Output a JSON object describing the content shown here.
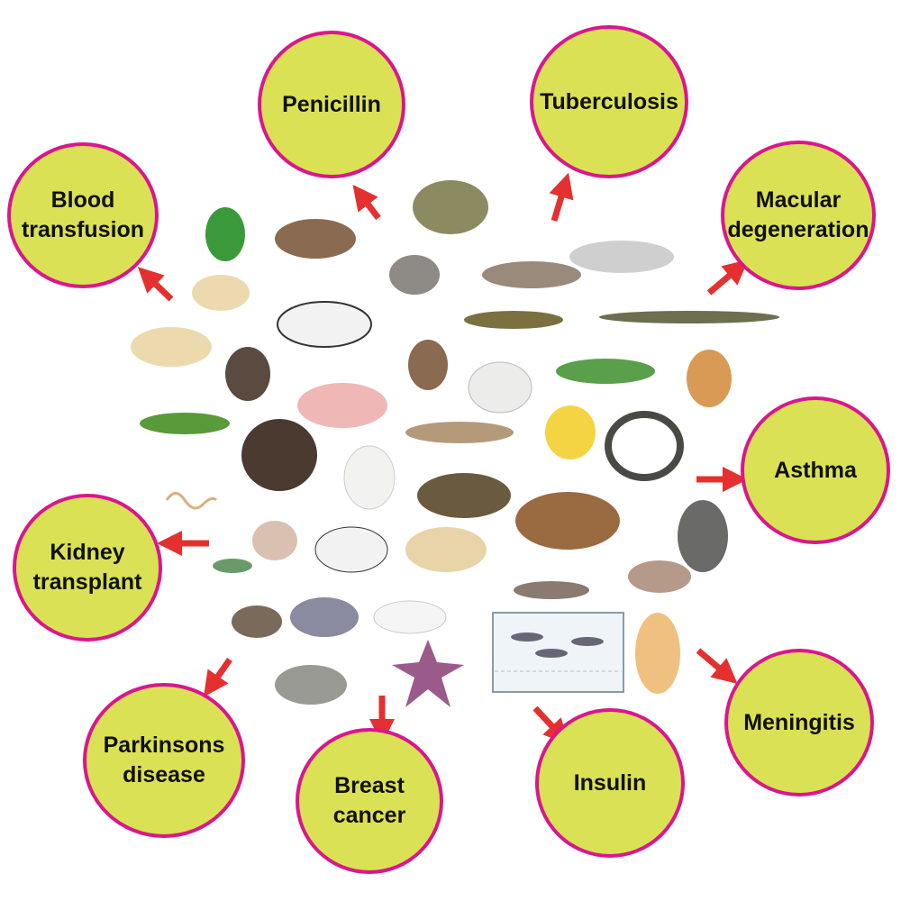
{
  "colors": {
    "circle_fill": "#dbe155",
    "circle_border": "#d9178c",
    "arrow": "#e53030"
  },
  "outcomes": [
    {
      "label": "Penicillin"
    },
    {
      "label": "Tuberculosis"
    },
    {
      "label": "Blood\ntransfusion"
    },
    {
      "label": "Macular\ndegeneration"
    },
    {
      "label": "Asthma"
    },
    {
      "label": "Kidney\ntransplant"
    },
    {
      "label": "Parkinsons\ndisease"
    },
    {
      "label": "Breast\ncancer"
    },
    {
      "label": "Insulin"
    },
    {
      "label": "Meningitis"
    }
  ]
}
